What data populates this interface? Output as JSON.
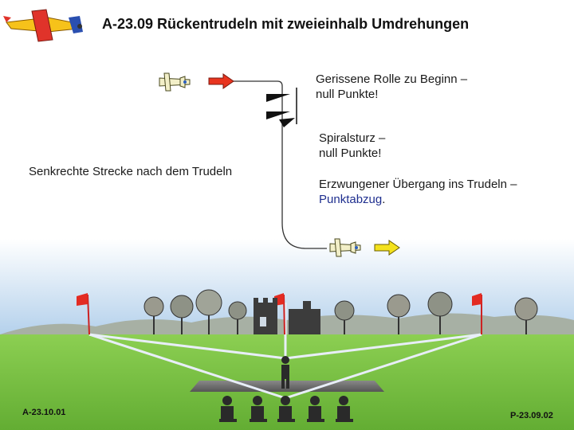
{
  "title": "A-23.09 Rückentrudeln mit zweieinhalb Umdrehungen",
  "notes": {
    "snap_roll_line1": "Gerissene Rolle zu Beginn –",
    "snap_roll_line2": "null Punkte!",
    "spiral_line1": "Spiralsturz –",
    "spiral_line2": "null Punkte!",
    "vertical_line": "Senkrechte Strecke nach dem Trudeln",
    "forced_line1": "Erzwungener Übergang ins Trudeln –",
    "forced_line2a": "Punktabzug",
    "forced_line2b": "."
  },
  "refs": {
    "left": "A-23.10.01",
    "right": "P-23.09.02"
  },
  "colors": {
    "entry_arrow": "#e8341f",
    "exit_arrow": "#f4e21c",
    "sky_top": "#ffffff",
    "sky_bottom": "#a9c9e6",
    "grass": "#7cc244",
    "flag": "#e32b22"
  }
}
